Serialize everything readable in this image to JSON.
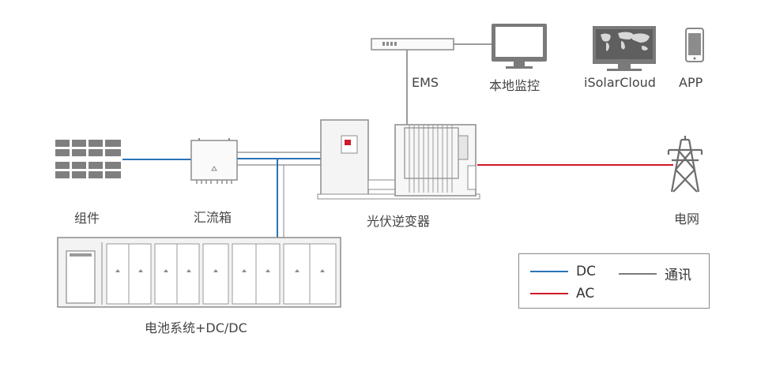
{
  "labels": {
    "pv_modules": "组件",
    "combiner_box": "汇流箱",
    "inverter": "光伏逆变器",
    "grid": "电网",
    "battery": "电池系统+DC/DC",
    "ems": "EMS",
    "local_monitor": "本地监控",
    "cloud": "iSolarCloud",
    "app": "APP"
  },
  "legend": {
    "dc": "DC",
    "comm": "通讯",
    "ac": "AC"
  },
  "colors": {
    "dc": "#2a73b8",
    "comm": "#7a7a7a",
    "ac": "#d0192b",
    "equipment_stroke": "#8c8c8c",
    "equipment_fill": "#f2f2f2"
  },
  "icons": [
    "solar-panel-icon",
    "combiner-box-icon",
    "inverter-icon",
    "transmission-tower-icon",
    "battery-container-icon",
    "ems-router-icon",
    "monitor-icon",
    "world-map-monitor-icon",
    "smartphone-icon"
  ]
}
